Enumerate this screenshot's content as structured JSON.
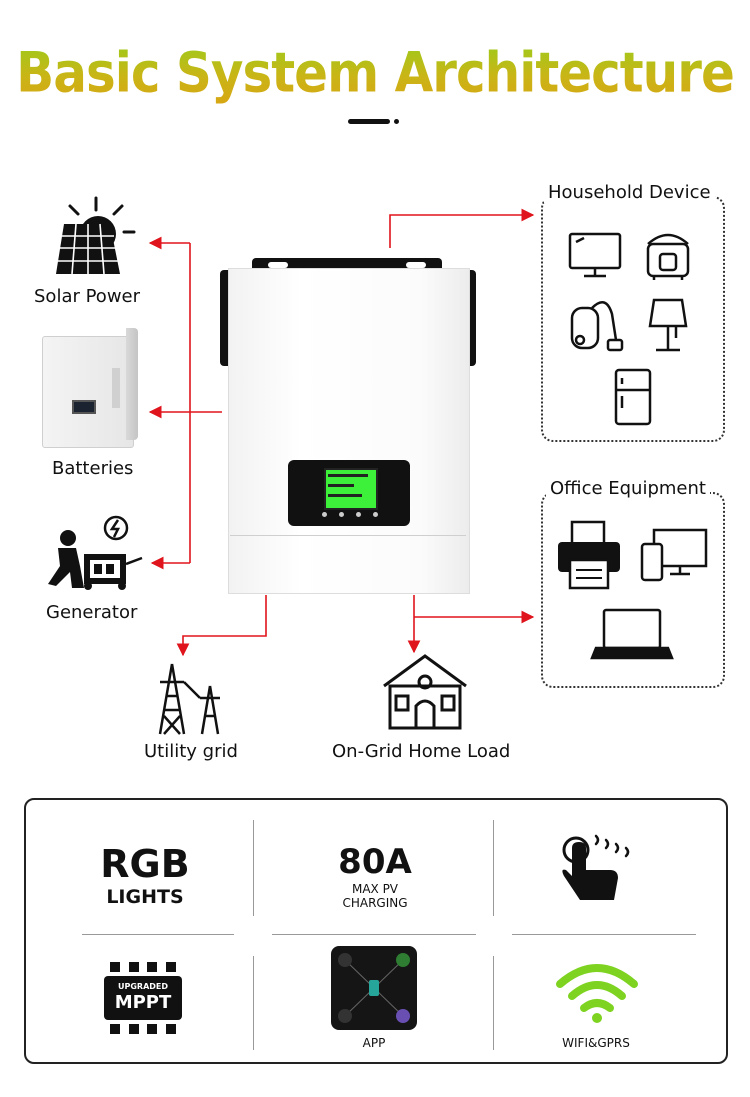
{
  "title": "Basic System Architecture",
  "sources": {
    "solar": "Solar Power",
    "batteries": "Batteries",
    "generator": "Generator"
  },
  "outputs": {
    "utility": "Utility grid",
    "home_load": "On-Grid Home Load"
  },
  "household": {
    "title": "Household Device",
    "icons": [
      "monitor-icon",
      "rice-cooker-icon",
      "vacuum-icon",
      "lamp-icon",
      "fridge-icon"
    ]
  },
  "office": {
    "title": "Office Equipment",
    "icons": [
      "printer-icon",
      "devices-icon",
      "laptop-icon"
    ]
  },
  "features": {
    "rgb_big": "RGB",
    "rgb_small": "LIGHTS",
    "pv_big": "80A",
    "pv_small_1": "MAX PV",
    "pv_small_2": "CHARGING",
    "mppt_1": "UPGRADED",
    "mppt_2": "MPPT",
    "app": "APP",
    "wifi": "WIFI&GPRS"
  },
  "colors": {
    "arrow": "#e0141c",
    "lcd": "#3df03a",
    "wifi": "#7ed321"
  }
}
